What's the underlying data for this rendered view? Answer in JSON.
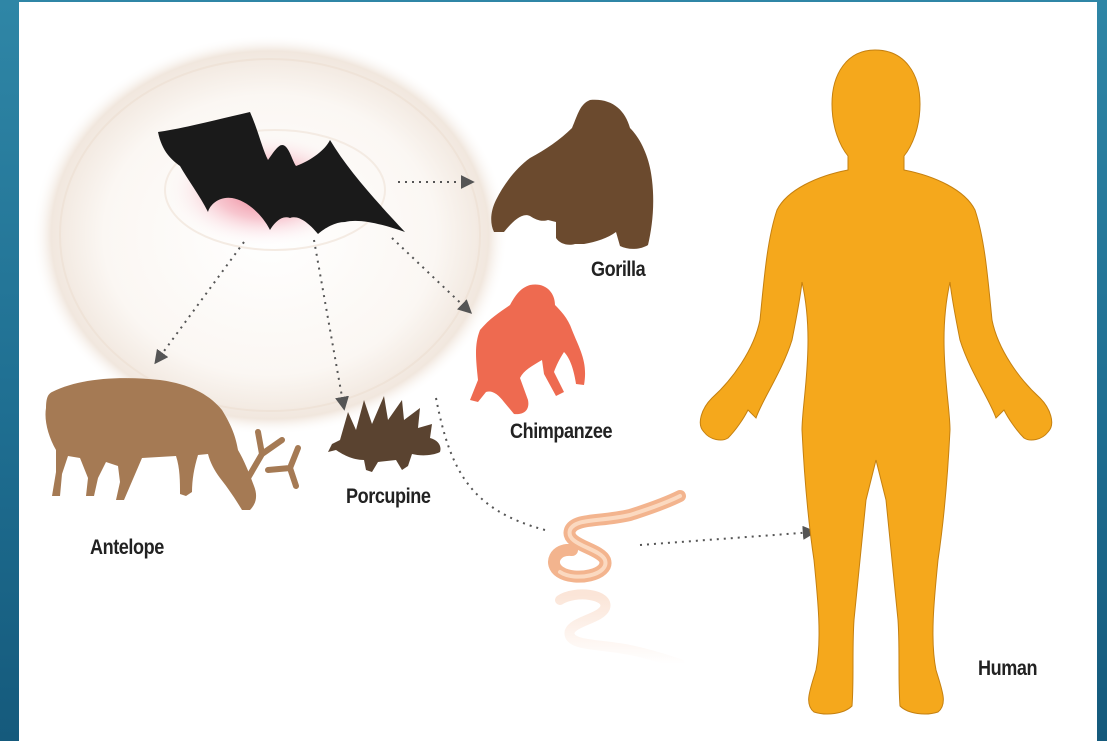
{
  "labels": {
    "gorilla": "Gorilla",
    "chimpanzee": "Chimpanzee",
    "antelope": "Antelope",
    "porcupine": "Porcupine",
    "human": "Human"
  },
  "colors": {
    "background": "#2478a0",
    "panel": "#ffffff",
    "bat": "#1a1a1a",
    "gorilla": "#6b4a2e",
    "chimpanzee": "#ee6a50",
    "antelope": "#a57a54",
    "porcupine": "#5a4330",
    "human": "#f5a81c",
    "virus": "#f3b48e",
    "arrow": "#555555",
    "reservoir_glow": "#e8607a"
  },
  "icons": [
    "bat-icon",
    "gorilla-icon",
    "chimpanzee-icon",
    "antelope-icon",
    "porcupine-icon",
    "virus-icon",
    "human-icon"
  ]
}
